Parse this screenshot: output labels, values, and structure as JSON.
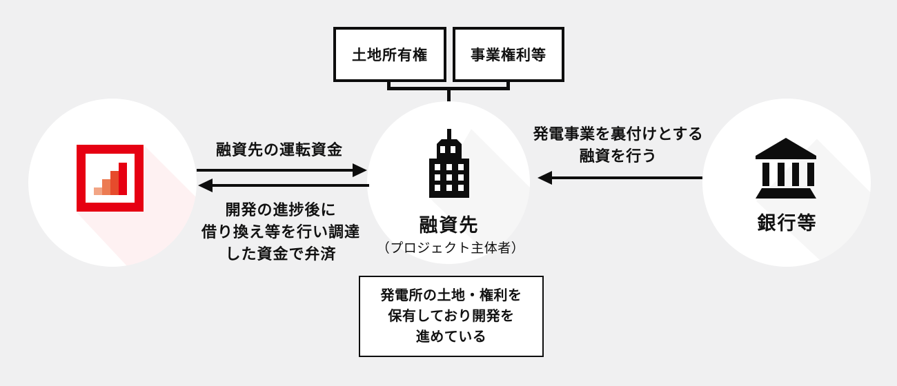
{
  "colors": {
    "bg": "#f0f0f1",
    "line": "#0d0d0d",
    "text": "#111111",
    "accent": "#e60012",
    "bar1": "#f2a585",
    "bar2": "#ec7b52",
    "bar3": "#e64b2c",
    "white": "#ffffff"
  },
  "top_boxes": [
    {
      "label": "土地所有権"
    },
    {
      "label": "事業権利等"
    }
  ],
  "entities": {
    "left": {
      "icon": "bar-chart-logo-icon"
    },
    "center": {
      "name": "融資先",
      "subtitle": "（プロジェクト主体者）",
      "icon": "building-icon"
    },
    "right": {
      "name": "銀行等",
      "icon": "bank-icon"
    }
  },
  "arrows": {
    "to_center_top": {
      "direction": "left-to-center",
      "label": "融資先の運転資金"
    },
    "to_left_bottom": {
      "direction": "center-to-left",
      "lines": [
        "開発の進捗後に",
        "借り換え等を行い調達",
        "した資金で弁済"
      ]
    },
    "from_bank": {
      "direction": "right-to-center",
      "lines": [
        "発電事業を裏付けとする",
        "融資を行う"
      ]
    }
  },
  "note_box": {
    "lines": [
      "発電所の土地・権利を",
      "保有しており開発を",
      "進めている"
    ]
  }
}
